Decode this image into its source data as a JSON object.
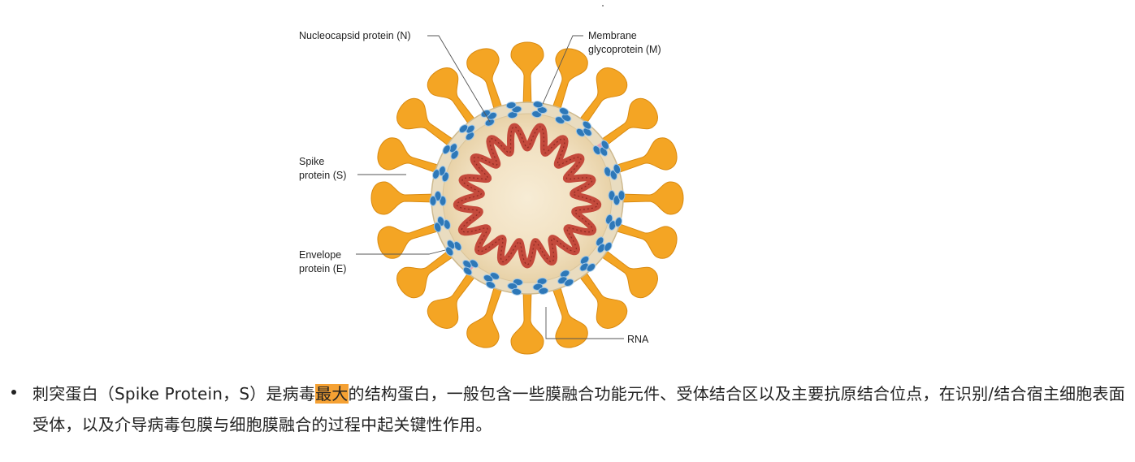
{
  "figure": {
    "labels": {
      "nucleocapsid": "Nucleocapsid protein (N)",
      "membrane_1": "Membrane",
      "membrane_2": "glycoprotein (M)",
      "spike_1": "Spike",
      "spike_2": "protein (S)",
      "envelope_1": "Envelope",
      "envelope_2": "protein (E)",
      "rna": "RNA"
    },
    "colors": {
      "spike": "#f4a524",
      "envelope": "#e9dcc0",
      "membrane_protein": "#2e78b8",
      "rna": "#c9483c",
      "core": "#f6ead2"
    }
  },
  "paragraph": {
    "before": "刺突蛋白（Spike Protein，S）是病毒",
    "highlight": "最大",
    "after": "的结构蛋白，一般包含一些膜融合功能元件、受体结合区以及主要抗原结合位点，在识别/结合宿主细胞表面受体，以及介导病毒包膜与细胞膜融合的过程中起关键性作用。"
  }
}
